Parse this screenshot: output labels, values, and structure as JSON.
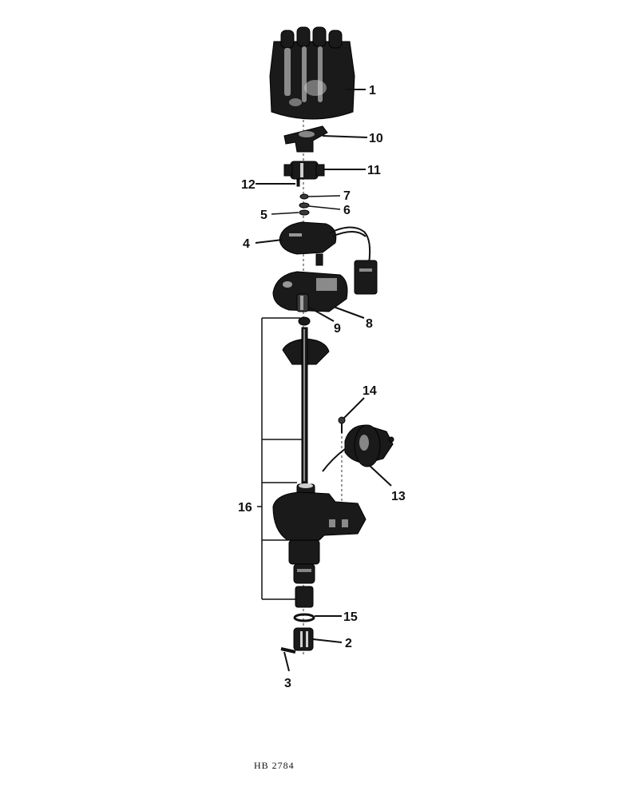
{
  "diagram": {
    "callouts": {
      "c1": "1",
      "c2": "2",
      "c3": "3",
      "c4": "4",
      "c5": "5",
      "c6": "6",
      "c7": "7",
      "c8": "8",
      "c9": "9",
      "c10": "10",
      "c11": "11",
      "c12": "12",
      "c13": "13",
      "c14": "14",
      "c15": "15",
      "c16": "16"
    },
    "figure_code": "HB 2784"
  },
  "colors": {
    "ink": "#111111",
    "paper": "#ffffff"
  },
  "parts": {
    "p1": "distributor-cap",
    "p2": "drive-gear",
    "p3": "pin",
    "p4": "breaker-plate",
    "p5": "washer",
    "p6": "washer",
    "p7": "clip",
    "p8": "housing-upper",
    "p9": "condenser",
    "p10": "rotor",
    "p11": "cam-weight-assembly",
    "p12": "wick",
    "p13": "vacuum-advance",
    "p14": "screw",
    "p15": "ring",
    "p16": "shaft-and-body-group"
  }
}
